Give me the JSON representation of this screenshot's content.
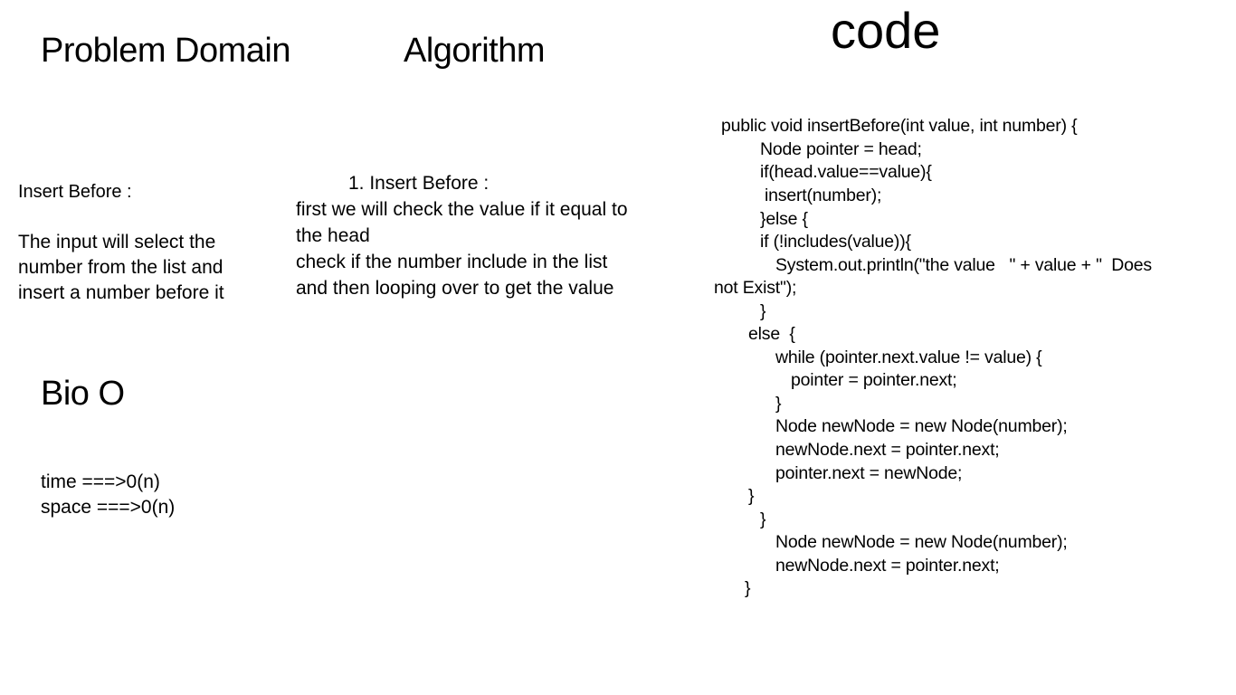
{
  "slide": {
    "problem_domain": {
      "title": "Problem Domain",
      "heading": "Insert Before :",
      "description_lines": [
        "The input  will select the",
        "number from the list  and",
        "insert  a number before it"
      ]
    },
    "algorithm": {
      "title": "Algorithm",
      "step_heading": "1. Insert Before :",
      "lines": [
        "first we will check the value if it equal to",
        "the head",
        "check if the number include in the list",
        "and then looping over to get the value"
      ]
    },
    "big_o": {
      "title": "Bio O",
      "time": "time ===>0(n)",
      "space": "space ===>0(n)"
    },
    "code": {
      "title": "code",
      "lines": [
        "public void insertBefore(int value, int number) {",
        "Node pointer = head;",
        "if(head.value==value){",
        "insert(number);",
        "}else {",
        "if (!includes(value)){",
        "System.out.println(\"the value   \" + value + \"  Does",
        "not Exist\");",
        "}",
        "else  {",
        "while (pointer.next.value != value) {",
        "pointer = pointer.next;",
        "}",
        "Node newNode = new Node(number);",
        "newNode.next = pointer.next;",
        "pointer.next = newNode;",
        "}",
        "}",
        "Node newNode = new Node(number);",
        "newNode.next = pointer.next;",
        "}"
      ]
    }
  }
}
